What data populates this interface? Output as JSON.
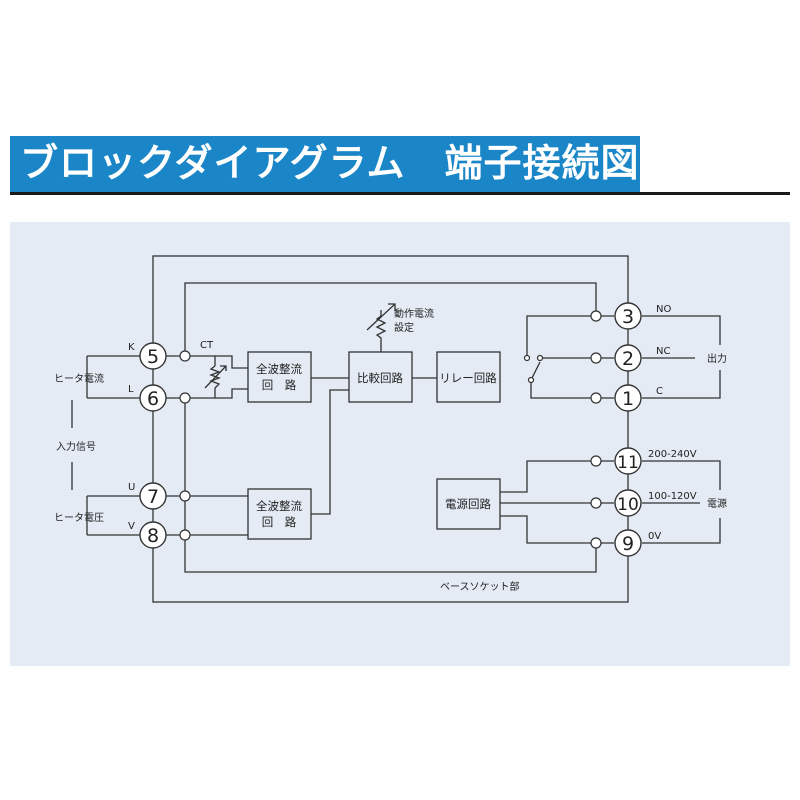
{
  "title": "ブロックダイアグラム　端子接続図",
  "diagram": {
    "blocks": {
      "rect1_line1": "全波整流",
      "rect1_line2": "回　路",
      "rect2_line1": "全波整流",
      "rect2_line2": "回　路",
      "compare": "比較回路",
      "relay": "リレー回路",
      "power_circuit": "電源回路"
    },
    "terminals": [
      "5",
      "6",
      "7",
      "8",
      "3",
      "2",
      "1",
      "11",
      "10",
      "9"
    ],
    "labels": {
      "K": "K",
      "L": "L",
      "U": "U",
      "V": "V",
      "CT": "CT",
      "heater_current": "ヒータ電流",
      "input_signal": "入力信号",
      "heater_voltage": "ヒータ電圧",
      "op_current_line1": "動作電流",
      "op_current_line2": "設定",
      "NO": "NO",
      "NC": "NC",
      "C": "C",
      "output": "出力",
      "v200": "200-240V",
      "v100": "100-120V",
      "v0": "0V",
      "power": "電源",
      "base_socket": "ベースソケット部"
    }
  }
}
